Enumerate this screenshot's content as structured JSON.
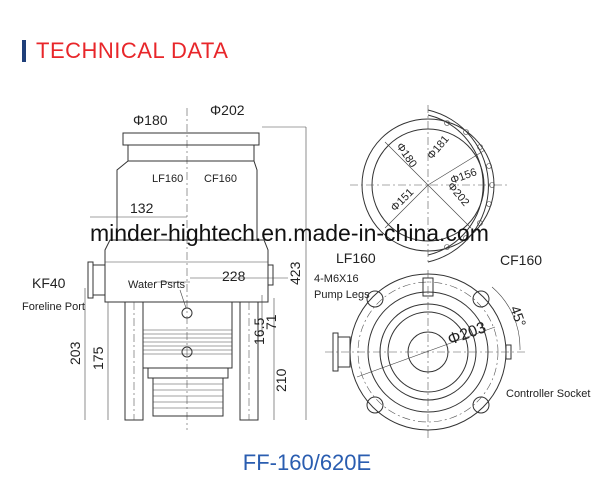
{
  "header": {
    "title": "TECHNICAL DATA",
    "accent_color": "#e8262a"
  },
  "side_view": {
    "dims": {
      "top_lf": "Φ180",
      "top_cf": "Φ202",
      "lf": "LF160",
      "cf": "CF160",
      "width_132": "132",
      "width_228": "228",
      "height_423": "423",
      "height_203": "203",
      "height_175": "175",
      "height_210": "210",
      "d_16_5": "16.5",
      "d_71": "71"
    },
    "kf40": "KF40",
    "foreline": "Foreline Port",
    "water": "Water Psrts"
  },
  "top_view": {
    "d180": "Φ180",
    "d181": "Φ181",
    "d156": "Φ156",
    "d151": "Φ151",
    "d202": "Φ202",
    "lf": "LF160",
    "cf": "CF160"
  },
  "bottom_view": {
    "legs_spec": "4-M6X16",
    "legs": "Pump Legs",
    "d203": "Φ203",
    "angle": "45°",
    "socket": "Controller Socket"
  },
  "watermark": "minder-hightech.en.made-in-china.com",
  "model": "FF-160/620E"
}
